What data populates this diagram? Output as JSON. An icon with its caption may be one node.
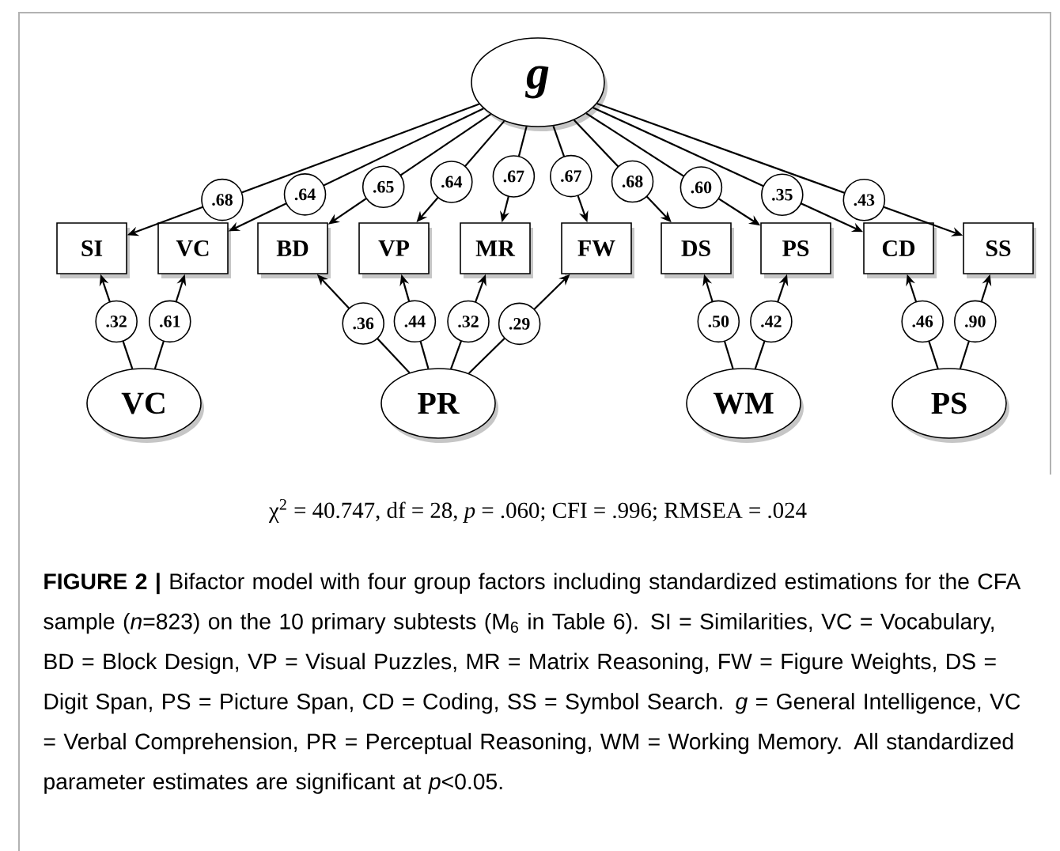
{
  "diagram": {
    "caption": "**FIGURE 2 |** Bifactor model with four group factors including standardized estimations for the CFA sample (*n*=823) on the 10 primary subtests (M$_{6}$ in Table 6). SI = Similarities, VC = Vocabulary, BD = Block Design, VP = Visual Puzzles, MR = Matrix Reasoning, FW = Figure Weights, DS = Digit Span, PS = Picture Span, CD = Coding, SS = Symbol Search. *g* = General Intelligence, VC = Verbal Comprehension, PR = Perceptual Reasoning, WM = Working Memory. All standardized parameter estimates are significant at *p*<0.05.",
    "nodes": [
      {
        "text": [
          "g"
        ]
      },
      {
        "text": [
          "SI"
        ]
      },
      {
        "text": [
          "VC"
        ]
      },
      {
        "text": [
          "BD"
        ]
      },
      {
        "text": [
          "VP"
        ]
      },
      {
        "text": [
          "MR"
        ]
      },
      {
        "text": [
          "FW"
        ]
      },
      {
        "text": [
          "DS"
        ]
      },
      {
        "text": [
          "PS"
        ]
      },
      {
        "text": [
          "CD"
        ]
      },
      {
        "text": [
          "SS"
        ]
      },
      {
        "text": [
          "VC"
        ]
      },
      {
        "text": [
          "PR"
        ]
      },
      {
        "text": [
          "WM"
        ]
      },
      {
        "text": [
          "PS"
        ]
      }
    ],
    "edges": [
      {
        "from": 0,
        "to": 1,
        "arrow": "to",
        "label": ".68"
      },
      {
        "from": 0,
        "to": 2,
        "arrow": "to",
        "label": ".64"
      },
      {
        "from": 0,
        "to": 3,
        "arrow": "to",
        "label": ".65"
      },
      {
        "from": 0,
        "to": 4,
        "arrow": "to",
        "label": ".64"
      },
      {
        "from": 0,
        "to": 5,
        "arrow": "to",
        "label": ".67"
      },
      {
        "from": 0,
        "to": 6,
        "arrow": "to",
        "label": ".67"
      },
      {
        "from": 0,
        "to": 7,
        "arrow": "to",
        "label": ".68"
      },
      {
        "from": 0,
        "to": 8,
        "arrow": "to",
        "label": ".60"
      },
      {
        "from": 0,
        "to": 9,
        "arrow": "to",
        "label": ".35"
      },
      {
        "from": 0,
        "to": 10,
        "arrow": "to",
        "label": ".43"
      },
      {
        "from": 11,
        "to": 1,
        "arrow": "to",
        "label": ".32"
      },
      {
        "from": 11,
        "to": 2,
        "arrow": "to",
        "label": ".61"
      },
      {
        "from": 12,
        "to": 3,
        "arrow": "to",
        "label": ".36"
      },
      {
        "from": 12,
        "to": 4,
        "arrow": "to",
        "label": ".44"
      },
      {
        "from": 12,
        "to": 5,
        "arrow": "to",
        "label": ".32"
      },
      {
        "from": 12,
        "to": 6,
        "arrow": "to",
        "label": ".29"
      },
      {
        "from": 13,
        "to": 7,
        "arrow": "to",
        "label": ".50"
      },
      {
        "from": 13,
        "to": 8,
        "arrow": "to",
        "label": ".42"
      },
      {
        "from": 14,
        "to": 9,
        "arrow": "to",
        "label": ".46"
      },
      {
        "from": 14,
        "to": 10,
        "arrow": "to",
        "label": ".90"
      }
    ],
    "labels": [
      "χ$^{2}$ = 40.747, df = 28, *p* = .060; CFI = .996; RMSEA = .024"
    ]
  }
}
